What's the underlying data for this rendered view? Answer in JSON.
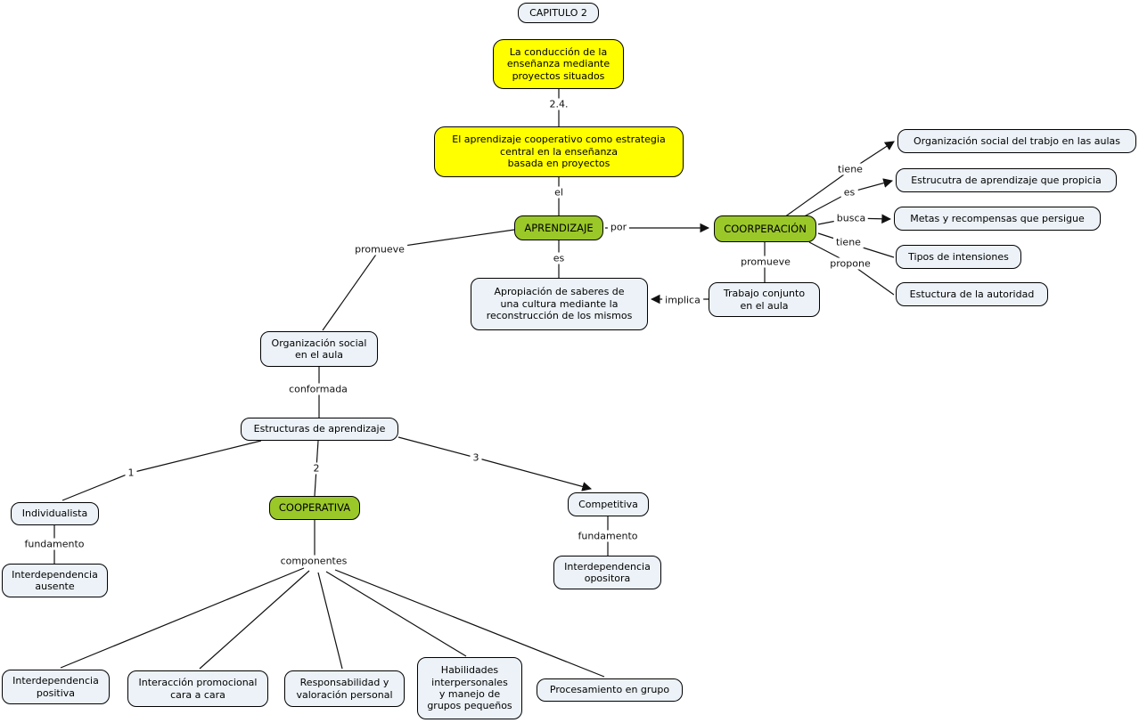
{
  "colors": {
    "concept_green": "#9bc829",
    "concept_yellow": "#ffff00",
    "concept_light": "#ecf2f7",
    "line": "#111111"
  },
  "nodes": {
    "capitulo2": "CAPITULO 2",
    "titulo1": "La conducción de la\nenseñanza mediante\nproyectos situados",
    "titulo2": "El aprendizaje cooperativo como estrategia\ncentral en la enseñanza\nbasada en proyectos",
    "aprendizaje": "APRENDIZAJE",
    "coorperacion": "COORPERACIÓN",
    "org_trabajo_aulas": "Organización social del trabjo en las aulas",
    "estructura_propicia": "Estrucutra de aprendizaje que propicia",
    "metas_recompensas": "Metas y recompensas que persigue",
    "tipos_intensiones": "Tipos de intensiones",
    "estructura_autoridad": "Estuctura de la autoridad",
    "trabajo_conjunto": "Trabajo conjunto\nen el aula",
    "apropiacion": "Apropiación de saberes de\nuna cultura mediante la\nreconstrucción de los mismos",
    "org_social_aula": "Organización social\nen el aula",
    "estructuras_aprendizaje": "Estructuras de aprendizaje",
    "individualista": "Individualista",
    "interdependencia_ausente": "Interdependencia\nausente",
    "cooperativa": "COOPERATIVA",
    "competitiva": "Competitiva",
    "interdependencia_opositora": "Interdependencia\nopositora",
    "interdependencia_positiva": "Interdependencia\npositiva",
    "interaccion_promocional": "Interacción promocional\ncara a cara",
    "responsabilidad": "Responsabilidad y\nvaloración personal",
    "habilidades": "Habilidades\ninterpersonales\ny manejo de\ngrupos pequeños",
    "procesamiento": "Procesamiento en grupo"
  },
  "links": {
    "l24": "2.4.",
    "el": "el",
    "por": "por",
    "tiene_1": "tiene",
    "es_1": "es",
    "busca": "busca",
    "tiene_2": "tiene",
    "propone": "propone",
    "promueve_1": "promueve",
    "implica": "implica",
    "es_2": "es",
    "promueve_2": "promueve",
    "conformada": "conformada",
    "num_1": "1",
    "num_2": "2",
    "num_3": "3",
    "fundamento_1": "fundamento",
    "componentes": "componentes",
    "fundamento_2": "fundamento"
  }
}
